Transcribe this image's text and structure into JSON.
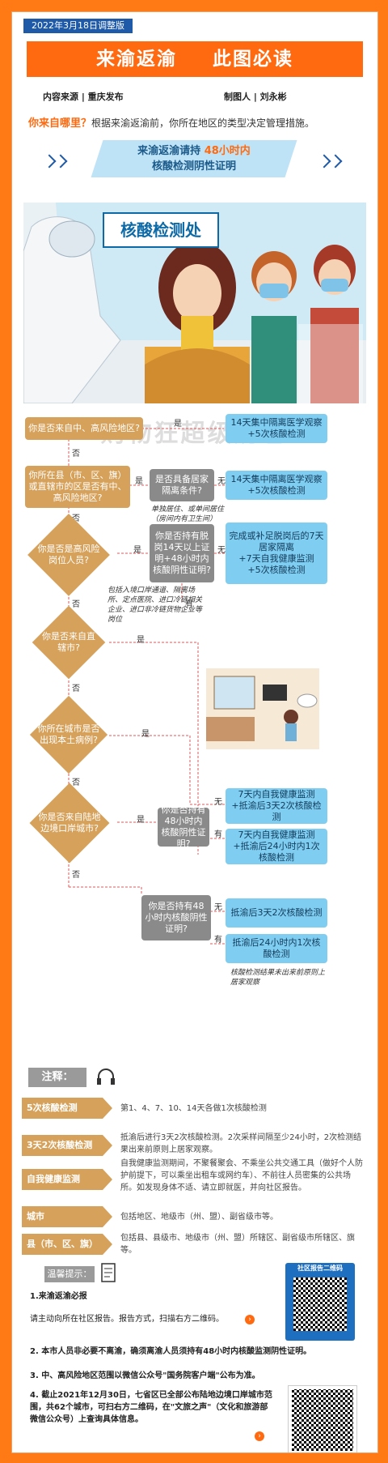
{
  "header": {
    "date_tag": "2022年3月18日调整版",
    "banner_left": "来渝返渝",
    "banner_right": "此图必读",
    "source": "内容来源 | 重庆发布",
    "author": "制图人 | 刘永彬"
  },
  "intro": {
    "question": "你来自哪里？",
    "text": "根据来渝返渝前，你所在地区的类型决定管理措施。"
  },
  "requirement": {
    "line1_pre": "来渝返渝请持",
    "line1_hl": "48小时内",
    "line2": "核酸检测阴性证明"
  },
  "illustration": {
    "sign": "核酸检测处"
  },
  "watermark": "购物狂超级奶爸",
  "flow": {
    "q1": "你是否来自中、高风险地区?",
    "yes": "是",
    "no": "否",
    "have": "有",
    "none": "无",
    "r1": "14天集中隔离医学观察\n+5次核酸检测",
    "q2": "你所在县（市、区、旗）或直辖市的区是否有中、高风险地区?",
    "q2a": "是否具备居家隔离条件?",
    "note_home": "单独居住、或单间居住（房间内有卫生间）",
    "r2": "14天集中隔离医学观察\n+5次核酸检测",
    "q3": "你是否是高风险岗位人员?",
    "note_jobs": "包括入境口岸通道、隔离场所、定点医院、进口冷链相关企业、进口非冷链货物企业等岗位",
    "q3a": "你是否持有脱岗14天以上证明+48小时内核酸阴性证明?",
    "r3": "完成或补足脱岗后的7天居家隔离\n+7天自我健康监测\n+5次核酸检测",
    "q4": "你是否来自直辖市?",
    "q5": "你所在城市是否出现本土病例?",
    "q6": "你是否来自陆地边境口岸城市?",
    "q6a": "你是否持有48小时内核酸阴性证明?",
    "r4": "7天内自我健康监测\n+抵渝后3天2次核酸检测",
    "r5": "7天内自我健康监测\n+抵渝后24小时内1次核酸检测",
    "q7": "你是否持有48小时内核酸阴性证明?",
    "r6": "抵渝后3天2次核酸检测",
    "r7": "抵渝后24小时内1次核酸检测",
    "note_result": "核酸检测结果未出来前原则上居家观察"
  },
  "notes": {
    "title": "注释：",
    "items": [
      {
        "term": "5次核酸检测",
        "desc": "第1、4、7、10、14天各做1次核酸检测"
      },
      {
        "term": "3天2次核酸检测",
        "desc": "抵渝后进行3天2次核酸检测。2次采样间隔至少24小时，2次检测结果出来前原则上居家观察。"
      },
      {
        "term": "自我健康监测",
        "desc": "自我健康监测期间，不聚餐聚会、不乘坐公共交通工具（做好个人防护前提下，可以乘坐出租车或网约车）、不前往人员密集的公共场所。如发现身体不适、请立即就医，并向社区报告。"
      },
      {
        "term": "城市",
        "desc": "包括地区、地级市（州、盟）、副省级市等。"
      },
      {
        "term": "县（市、区、旗）",
        "desc": "包括县、县级市、地级市（州、盟）所辖区、副省级市所辖区、旗等。"
      }
    ]
  },
  "tips": {
    "title": "温馨提示：",
    "t1_title": "1.来渝返渝必报",
    "t1_body": "请主动向所在社区报告。报告方式，扫描右方二维码。",
    "t2": "2. 本市人员非必要不离渝，确须离渝人员须持有48小时内核酸监测阴性证明。",
    "t3": "3. 中、高风险地区范围以微信公众号\"国务院客户端\"公布为准。",
    "t4": "4. 截止2021年12月30日，七省区已全部公布陆地边境口岸城市范围，共62个城市，可扫右方二维码，在\"文旅之声\"（文化和旅游部微信公众号）上查询具体信息。",
    "qr_label": "社区报告二维码"
  },
  "colors": {
    "frame": "#ff7a14",
    "banner": "#ff6a10",
    "question": "#d6a15a",
    "result": "#7fcdf0",
    "gray": "#8a8a8a"
  }
}
